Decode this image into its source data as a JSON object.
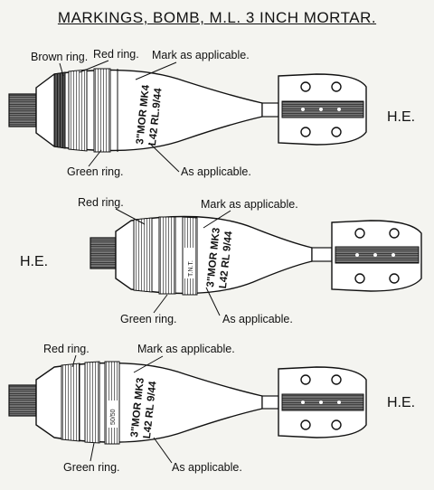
{
  "title": "MARKINGS, BOMB, M.L. 3 INCH MORTAR.",
  "bombs": [
    {
      "stencil_line1": "3\"MOR MK4",
      "stencil_line2": "L42 RL.9/44",
      "band_text": "",
      "he_label": "H.E.",
      "labels": {
        "brown_ring": "Brown ring.",
        "red_ring": "Red ring.",
        "mark": "Mark as applicable.",
        "green_ring": "Green ring.",
        "as_applicable": "As applicable."
      }
    },
    {
      "stencil_line1": "3\"MOR MK3",
      "stencil_line2": "L42 RL 9/44",
      "band_text": "T.N.T.",
      "he_label": "H.E.",
      "labels": {
        "red_ring": "Red ring.",
        "mark": "Mark as applicable.",
        "green_ring": "Green ring.",
        "as_applicable": "As applicable."
      }
    },
    {
      "stencil_line1": "3\"MOR MK3",
      "stencil_line2": "L42 RL 9/44",
      "band_text": "50/50",
      "he_label": "H.E.",
      "labels": {
        "red_ring": "Red ring.",
        "mark": "Mark as applicable.",
        "green_ring": "Green ring.",
        "as_applicable": "As applicable."
      }
    }
  ]
}
